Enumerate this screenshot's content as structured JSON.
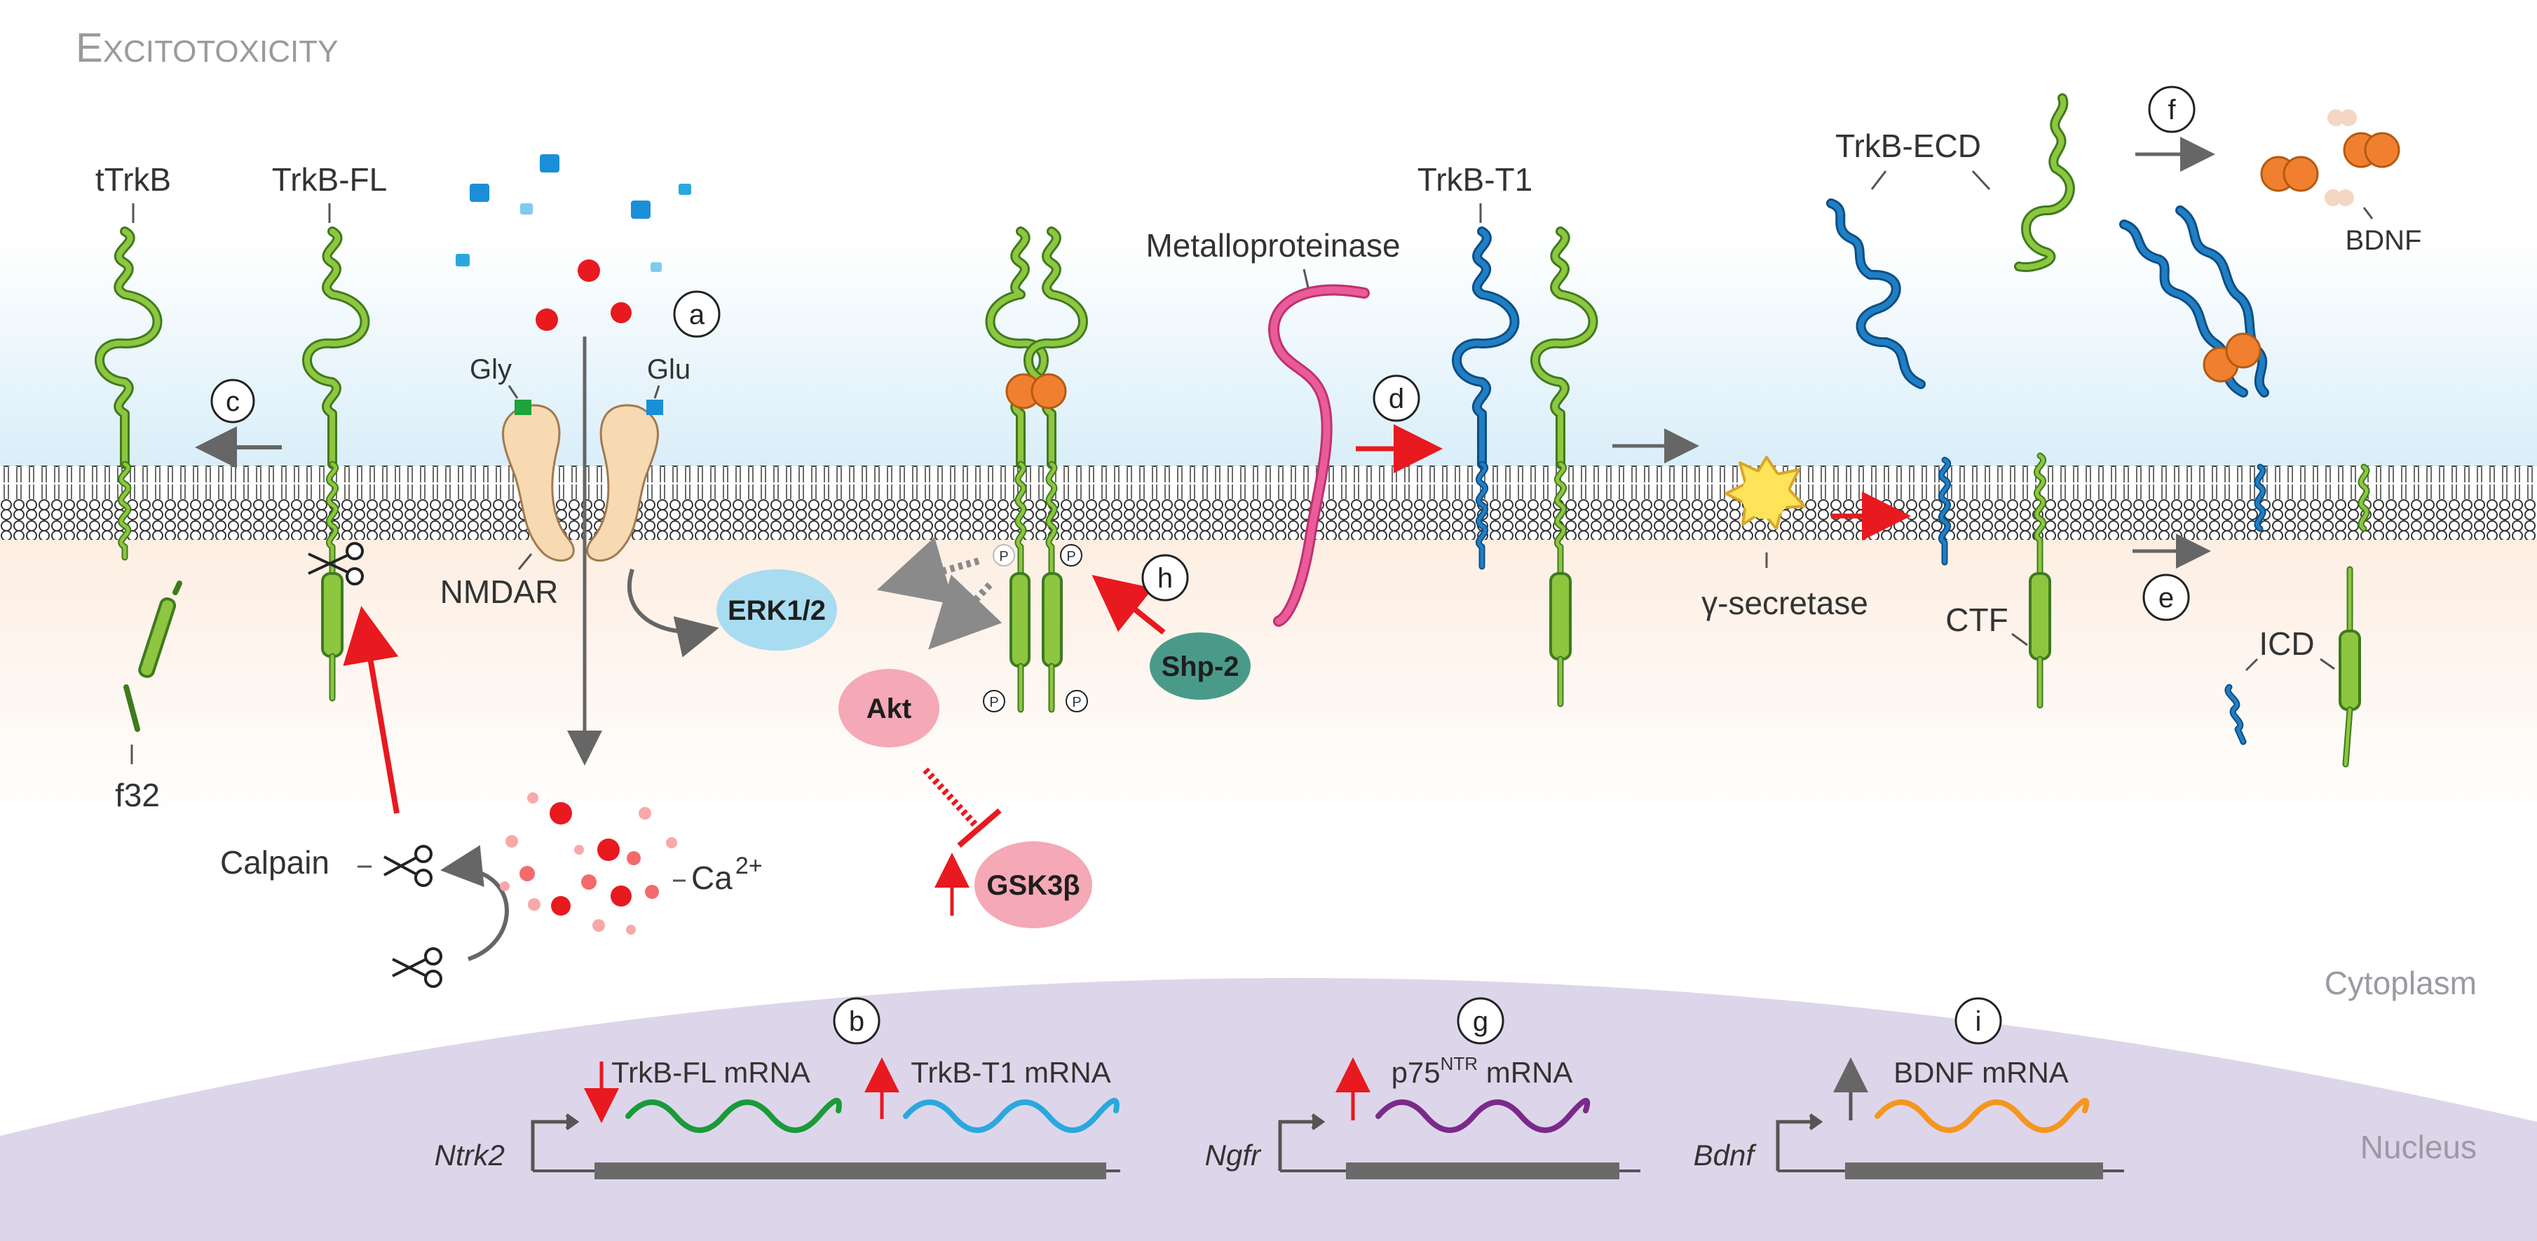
{
  "title": {
    "first": "E",
    "rest": "XCITOTOXICITY"
  },
  "regions": {
    "cytoplasm": "Cytoplasm",
    "nucleus": "Nucleus"
  },
  "receptors": {
    "ttrkb": "tTrkB",
    "trkb_fl": "TrkB-FL",
    "trkb_t1": "TrkB-T1",
    "trkb_ecd": "TrkB-ECD",
    "f32": "f32",
    "ctf": "CTF",
    "icd": "ICD"
  },
  "nmdar": {
    "label": "NMDAR",
    "gly": "Gly",
    "glu": "Glu"
  },
  "ions": {
    "ca": "Ca",
    "ca_charge": "2+"
  },
  "enzymes": {
    "calpain": "Calpain",
    "metalloproteinase": "Metalloproteinase",
    "gamma_secretase": "γ-secretase"
  },
  "signaling": {
    "erk": "ERK1/2",
    "akt": "Akt",
    "gsk": "GSK3β",
    "shp2": "Shp-2",
    "p": "P"
  },
  "ligand": {
    "bdnf": "BDNF"
  },
  "steps": {
    "a": "a",
    "b": "b",
    "c": "c",
    "d": "d",
    "e": "e",
    "f": "f",
    "g": "g",
    "h": "h",
    "i": "i"
  },
  "mrna": {
    "trkb_fl": "TrkB-FL mRNA",
    "trkb_t1": "TrkB-T1 mRNA",
    "p75_pre": "p75",
    "p75_sup": "NTR",
    "p75_post": " mRNA",
    "bdnf": "BDNF mRNA"
  },
  "genes": {
    "ntrk2": "Ntrk2",
    "ngfr": "Ngfr",
    "bdnf": "Bdnf"
  },
  "colors": {
    "green_receptor": "#8dc63f",
    "blue_receptor": "#1f7fc4",
    "red_arrow": "#e8191f",
    "grey_arrow": "#666666",
    "erk_fill": "#a8dcf0",
    "akt_fill": "#f5a8b5",
    "shp2_fill": "#4a9a8a",
    "bdnf_fill": "#f08030",
    "nucleus_fill": "#ddd6ea",
    "nmdar_fill": "#f7d9b2",
    "metalloproteinase": "#ea5b9a",
    "gamma_secretase": "#ffe45a",
    "mrna_green": "#1a9a3a",
    "mrna_cyan": "#2aa8dd",
    "mrna_purple": "#7a2a8a",
    "mrna_orange": "#f5961e"
  },
  "icons": [
    "scissors-icon",
    "promoter-arrow-icon",
    "phosphate-icon"
  ]
}
